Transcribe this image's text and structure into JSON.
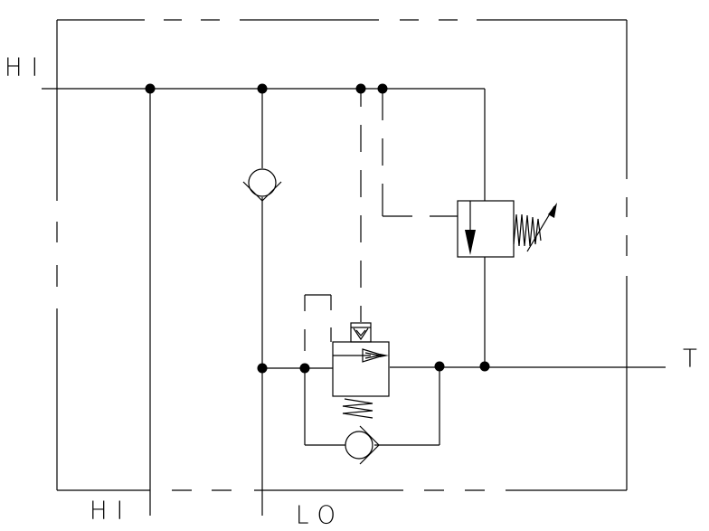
{
  "diagram": {
    "type": "hydraulic-schematic",
    "ports": {
      "hi_top": "HI",
      "hi_bottom": "HI",
      "lo": "LO",
      "tank": "T"
    },
    "components": [
      {
        "id": "check-valve-1",
        "kind": "check valve",
        "orientation": "vertical"
      },
      {
        "id": "relief-valve",
        "kind": "adjustable pressure relief valve"
      },
      {
        "id": "pilot-operated-valve",
        "kind": "pilot operated spool valve with spring return"
      },
      {
        "id": "check-valve-2",
        "kind": "check valve",
        "orientation": "horizontal"
      }
    ],
    "colors": {
      "line": "#000000",
      "background": "#ffffff"
    }
  }
}
